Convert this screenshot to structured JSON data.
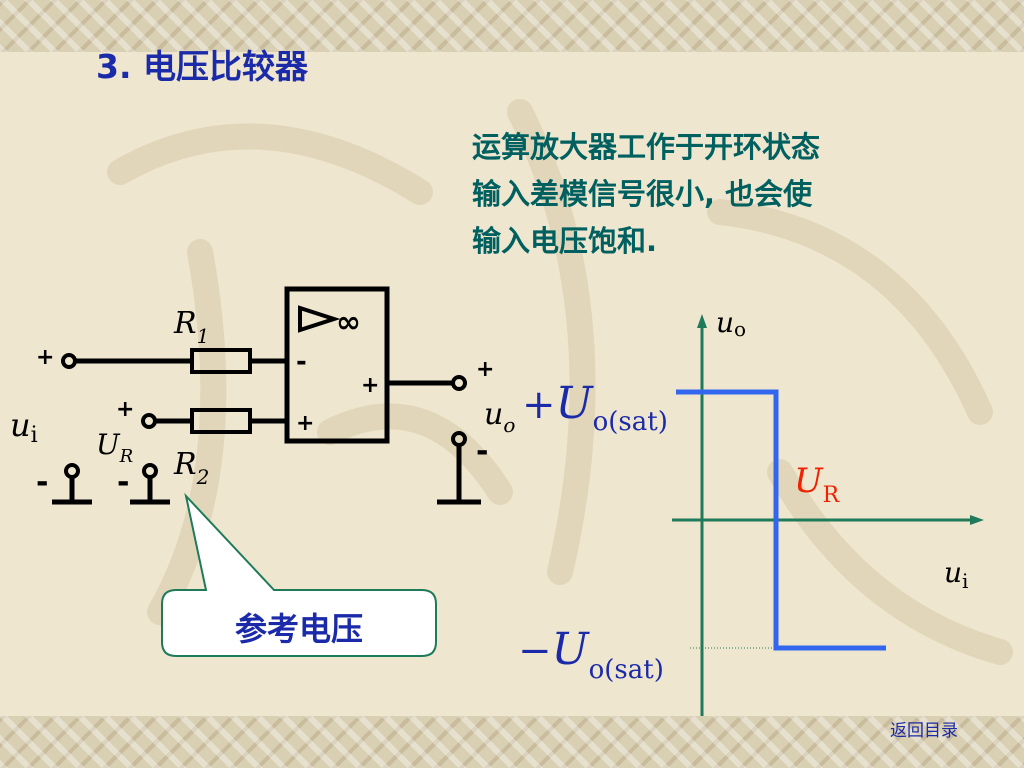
{
  "slide": {
    "title": "3.  电压比较器",
    "description": [
      "运算放大器工作于开环状态",
      "输入差模信号很小, 也会使",
      "输入电压饱和."
    ],
    "callout": "参考电压",
    "back_link": "返回目录"
  },
  "circuit": {
    "plus": "+",
    "minus": "-",
    "infinity": "∞",
    "u": "u",
    "U": "U",
    "R": "R",
    "sub_i": "i",
    "sub_o": "o",
    "sub_R": "R",
    "sub_1": "1",
    "sub_2": "2"
  },
  "graph": {
    "y_axis_var": "u",
    "y_axis_sub": "o",
    "x_axis_var": "u",
    "x_axis_sub": "i",
    "pos_sign": "+",
    "neg_sign": "−",
    "sat_var": "U",
    "sat_sub": "o(sat)",
    "ref_var": "U",
    "ref_sub": "R"
  },
  "colors": {
    "title": "#1a2aa8",
    "text": "#006060",
    "curve": "#3366ee",
    "ref_label": "#ee2200",
    "axis": "#1f7a5a"
  }
}
